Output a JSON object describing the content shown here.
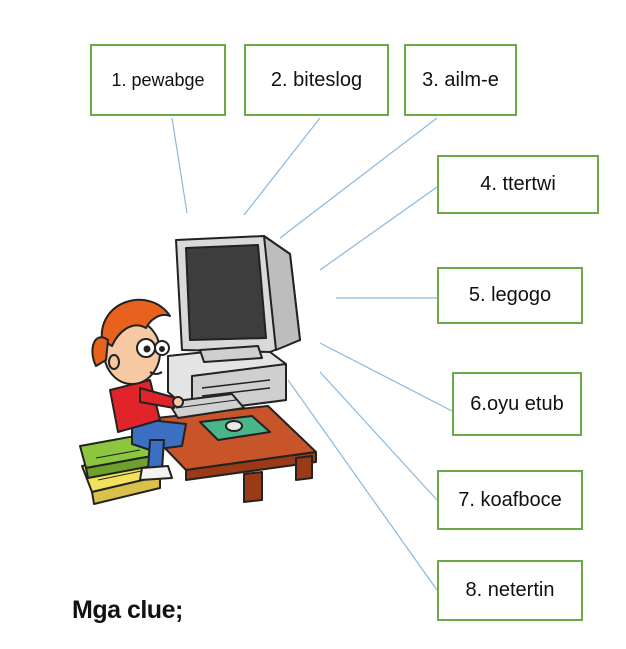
{
  "clues": [
    {
      "label": "1. pewabge"
    },
    {
      "label": "2. biteslog"
    },
    {
      "label": "3. ailm-e"
    },
    {
      "label": "4. ttertwi"
    },
    {
      "label": "5. legogo"
    },
    {
      "label": "6.oyu etub"
    },
    {
      "label": "7. koafboce"
    },
    {
      "label": "8. netertin"
    }
  ],
  "footer": {
    "label": "Mga clue;"
  },
  "colors": {
    "box_border": "#6aaa48",
    "connector": "#8cb8dc",
    "hair": "#e8621e",
    "shirt": "#e0242a",
    "pants": "#3a6fc4",
    "desk": "#b8461e",
    "mousepad": "#4bb58a",
    "books_green": "#8cc63f",
    "books_yellow": "#f2e15a",
    "monitor": "#d9d9d9",
    "screen": "#3d3d3d"
  },
  "icons": [
    "computer-monitor-icon",
    "keyboard-icon",
    "mouse-icon",
    "book-stack-icon"
  ]
}
